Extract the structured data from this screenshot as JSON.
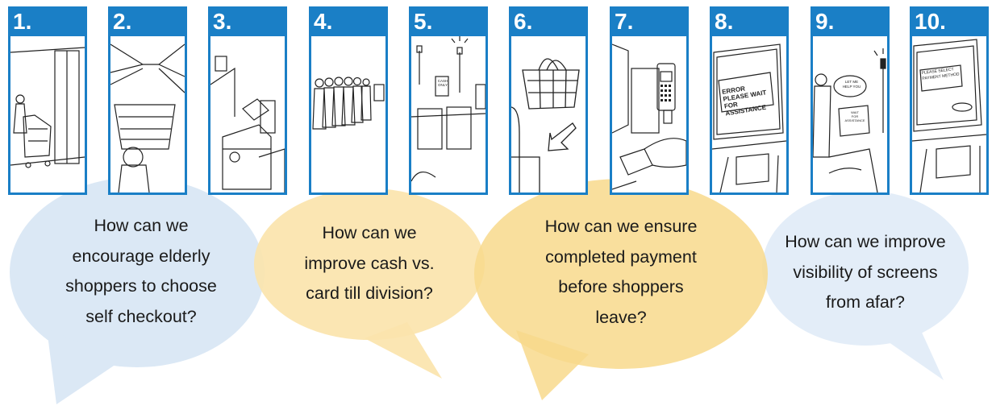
{
  "colors": {
    "panel_border": "#1a7fc6",
    "bubble_blue": "#dbe8f5",
    "bubble_yellow": "#fbe4ad",
    "bubble_yellow_dark": "#f8d98c",
    "bubble_blue_light": "#e3edf8",
    "ink": "#1a1a1a"
  },
  "panels": [
    {
      "number": "1.",
      "scene": "elderly shopper with trolley near entrance"
    },
    {
      "number": "2.",
      "scene": "supermarket aisle with trolley"
    },
    {
      "number": "3.",
      "scene": "self checkout kiosk"
    },
    {
      "number": "4.",
      "scene": "long queue of shoppers"
    },
    {
      "number": "5.",
      "scene": "row of self checkouts"
    },
    {
      "number": "6.",
      "scene": "shopping basket placed down"
    },
    {
      "number": "7.",
      "scene": "card payment terminal"
    },
    {
      "number": "8.",
      "scene": "error screen"
    },
    {
      "number": "9.",
      "scene": "assistant light and help prompt"
    },
    {
      "number": "10.",
      "scene": "payment method screen"
    }
  ],
  "panel_texts": {
    "p5_sign": "CASH ONLY",
    "p8_error": [
      "ERROR",
      "PLEASE WAIT",
      "FOR ASSISTANCE"
    ],
    "p9_speech": [
      "LET ME",
      "HELP YOU"
    ],
    "p9_screen": [
      "WAIT",
      "FOR",
      "ASSISTANCE"
    ],
    "p10_screen": [
      "PLEASE SELECT",
      "PAYMENT METHOD"
    ]
  },
  "questions": [
    {
      "lines": [
        "How can we",
        "encourage elderly",
        "shoppers to choose",
        "self checkout?"
      ]
    },
    {
      "lines": [
        "How can we",
        "improve cash vs.",
        "card till division?"
      ]
    },
    {
      "lines": [
        "How can we ensure",
        "completed payment",
        "before shoppers",
        "leave?"
      ]
    },
    {
      "lines": [
        "How can we improve",
        "visibility of screens",
        "from afar?"
      ]
    }
  ]
}
